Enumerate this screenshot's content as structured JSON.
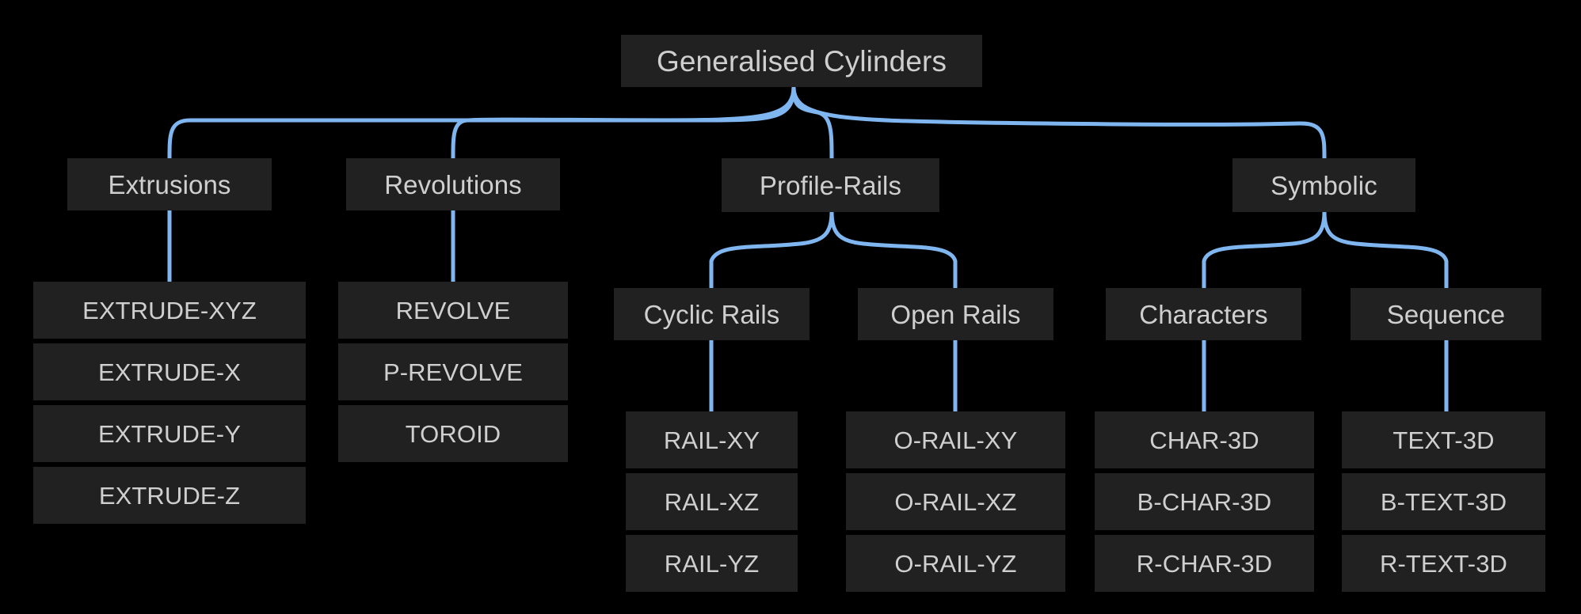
{
  "diagram": {
    "title": "Generalised Cylinders",
    "background_color": "#000000",
    "node_fill": "#212121",
    "node_text_color": "#cfcfcf",
    "edge_color": "#7fb6ef",
    "root": {
      "label": "Generalised Cylinders"
    },
    "branches": [
      {
        "label": "Extrusions",
        "children": [
          {
            "label": "EXTRUDE-XYZ"
          },
          {
            "label": "EXTRUDE-X"
          },
          {
            "label": "EXTRUDE-Y"
          },
          {
            "label": "EXTRUDE-Z"
          }
        ]
      },
      {
        "label": "Revolutions",
        "children": [
          {
            "label": "REVOLVE"
          },
          {
            "label": "P-REVOLVE"
          },
          {
            "label": "TOROID"
          }
        ]
      },
      {
        "label": "Profile-Rails",
        "groups": [
          {
            "label": "Cyclic Rails",
            "children": [
              {
                "label": "RAIL-XY"
              },
              {
                "label": "RAIL-XZ"
              },
              {
                "label": "RAIL-YZ"
              }
            ]
          },
          {
            "label": "Open Rails",
            "children": [
              {
                "label": "O-RAIL-XY"
              },
              {
                "label": "O-RAIL-XZ"
              },
              {
                "label": "O-RAIL-YZ"
              }
            ]
          }
        ]
      },
      {
        "label": "Symbolic",
        "groups": [
          {
            "label": "Characters",
            "children": [
              {
                "label": "CHAR-3D"
              },
              {
                "label": "B-CHAR-3D"
              },
              {
                "label": "R-CHAR-3D"
              }
            ]
          },
          {
            "label": "Sequence",
            "children": [
              {
                "label": "TEXT-3D"
              },
              {
                "label": "B-TEXT-3D"
              },
              {
                "label": "R-TEXT-3D"
              }
            ]
          }
        ]
      }
    ]
  }
}
